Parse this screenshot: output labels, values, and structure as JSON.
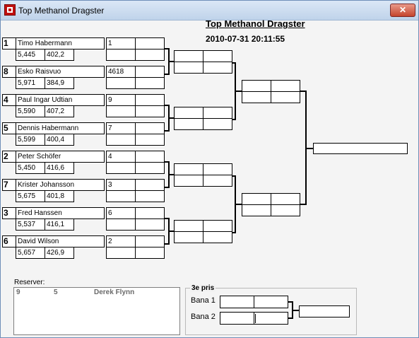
{
  "window": {
    "title": "Top Methanol Dragster",
    "close_glyph": "✕",
    "app_icon": "app-flag-icon"
  },
  "header": {
    "title": "Top Methanol Dragster",
    "datetime": "2010-07-31  20:11:55"
  },
  "racers": [
    {
      "seed": "1",
      "name": "Timo Habermann",
      "et": "5,445",
      "speed": "402,2",
      "lane": "1"
    },
    {
      "seed": "8",
      "name": "Esko Raisvuo",
      "et": "5,971",
      "speed": "384,9",
      "lane": "4618"
    },
    {
      "seed": "4",
      "name": "Paul Ingar Udtian",
      "et": "5,590",
      "speed": "407,2",
      "lane": "9"
    },
    {
      "seed": "5",
      "name": "Dennis Habermann",
      "et": "5,599",
      "speed": "400,4",
      "lane": "7"
    },
    {
      "seed": "2",
      "name": "Peter Schöfer",
      "et": "5,450",
      "speed": "416,6",
      "lane": "4"
    },
    {
      "seed": "7",
      "name": "Krister Johansson",
      "et": "5,675",
      "speed": "401,8",
      "lane": "3"
    },
    {
      "seed": "3",
      "name": "Fred Hanssen",
      "et": "5,537",
      "speed": "416,1",
      "lane": "6"
    },
    {
      "seed": "6",
      "name": "David Wilson",
      "et": "5,657",
      "speed": "426,9",
      "lane": "2"
    }
  ],
  "reserves": {
    "label": "Reserver:",
    "entries": [
      {
        "num": "9",
        "lane": "5",
        "name": "Derek Flynn"
      }
    ]
  },
  "third_place": {
    "legend": "3e pris",
    "lane1": "Bana 1",
    "lane2": "Bana 2"
  }
}
